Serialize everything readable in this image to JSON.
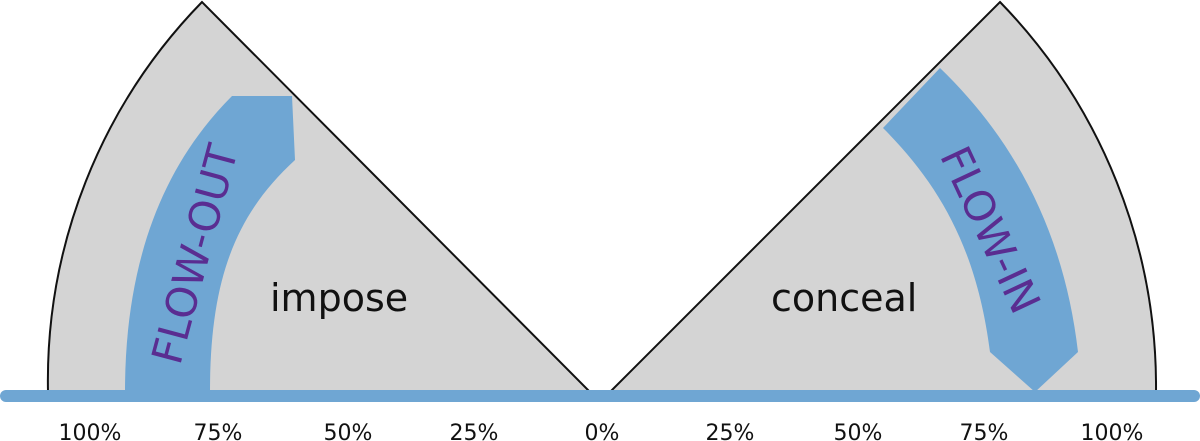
{
  "diagram": {
    "left_sector_label": "impose",
    "right_sector_label": "conceal",
    "flow_out_label": "FLOW-OUT",
    "flow_in_label": "FLOW-IN",
    "left_scale": [
      "100%",
      "75%",
      "50%",
      "25%",
      "0%"
    ],
    "right_scale": [
      "25%",
      "50%",
      "75%",
      "100%"
    ]
  },
  "colors": {
    "sector_fill": "#d4d4d4",
    "sector_stroke": "#111111",
    "flow": "#6fa6d3",
    "flow_text": "#5a2d91",
    "baseline": "#6fa6d3"
  }
}
